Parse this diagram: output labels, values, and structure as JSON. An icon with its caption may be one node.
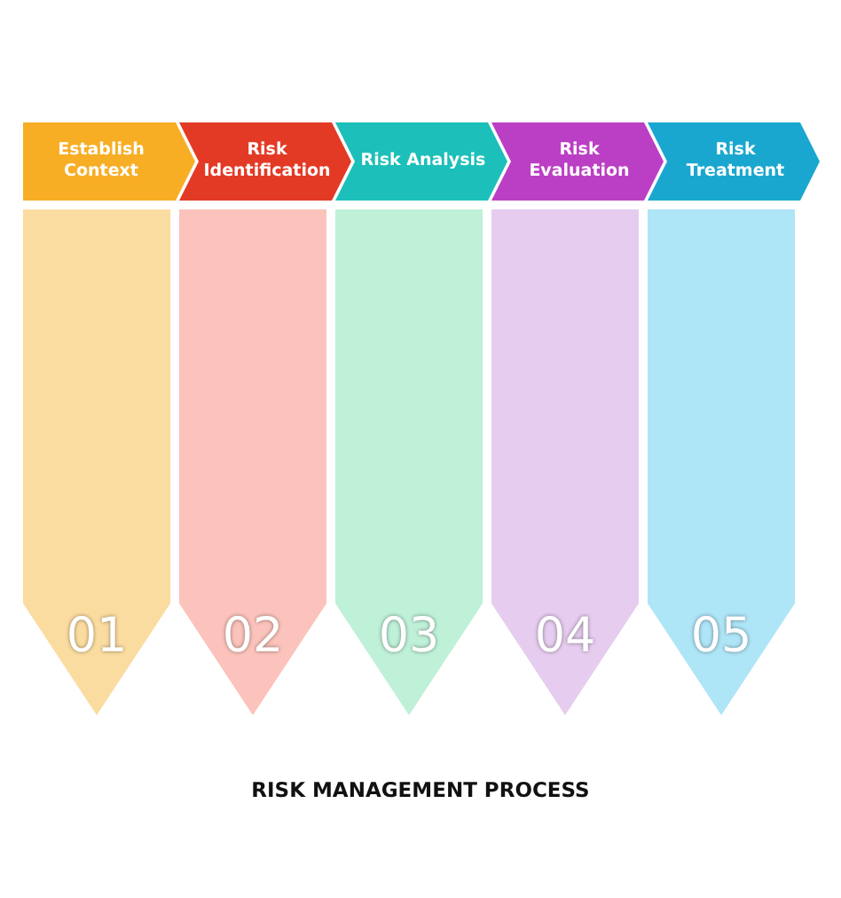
{
  "diagram": {
    "caption": "RISK MANAGEMENT PROCESS",
    "nodes": [
      {
        "text": [
          "Establish Context"
        ]
      },
      {
        "text": [
          "Risk Identification"
        ]
      },
      {
        "text": [
          "Risk Analysis"
        ]
      },
      {
        "text": [
          "Risk Evaluation"
        ]
      },
      {
        "text": [
          "Risk Treatment"
        ]
      },
      {
        "text": [
          "01"
        ]
      },
      {
        "text": [
          "02"
        ]
      },
      {
        "text": [
          "03"
        ]
      },
      {
        "text": [
          "04"
        ]
      },
      {
        "text": [
          "05"
        ]
      }
    ]
  }
}
